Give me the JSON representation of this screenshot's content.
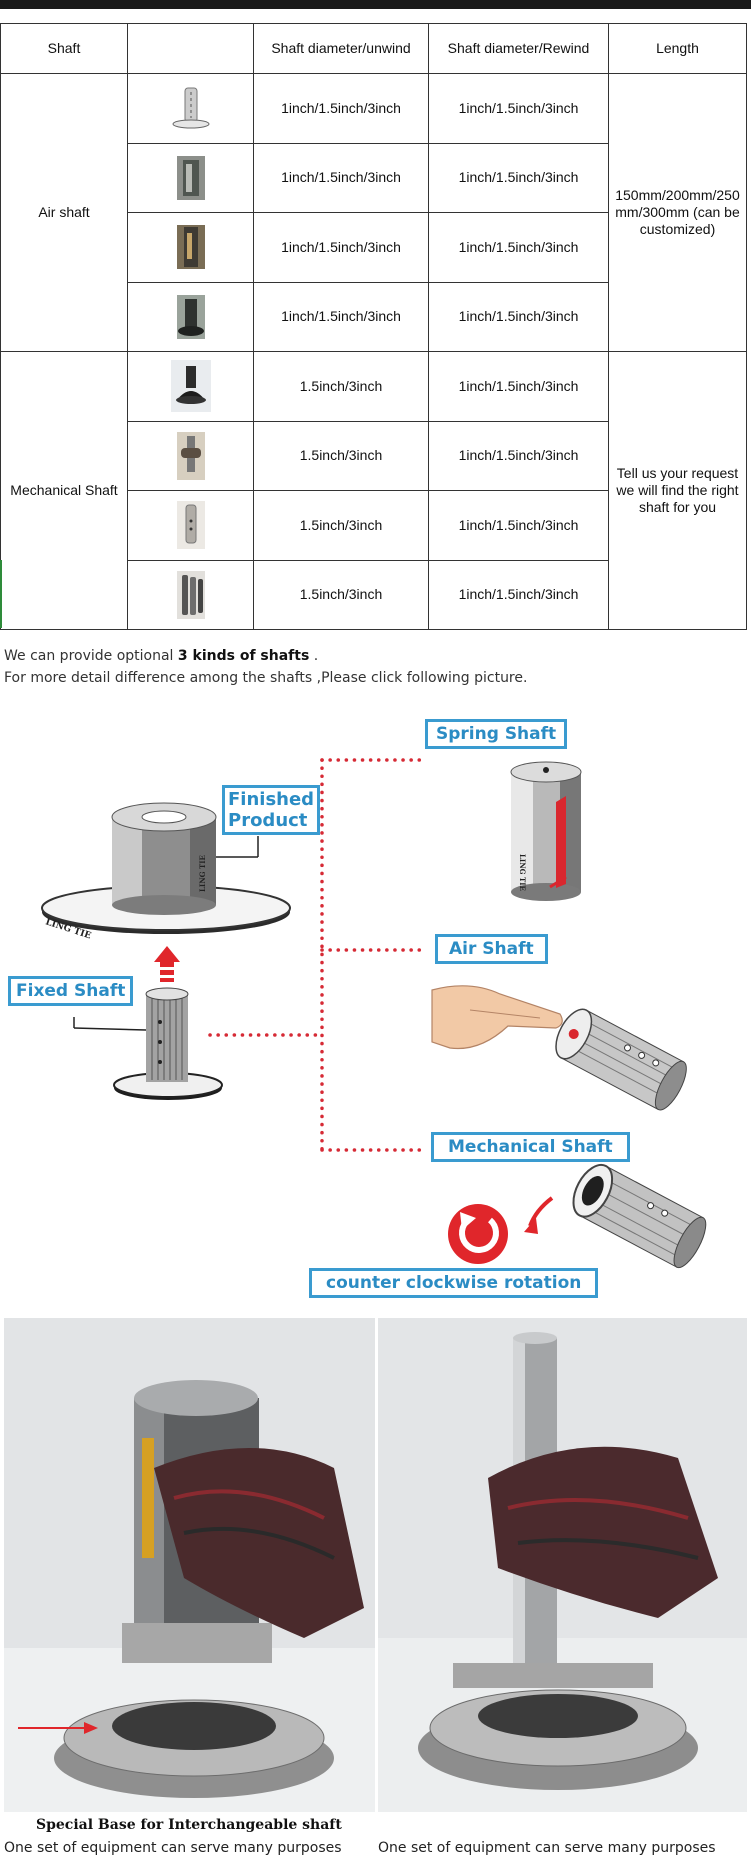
{
  "table": {
    "headers": [
      "Shaft",
      "",
      "Shaft diameter/unwind",
      "Shaft diameter/Rewind",
      "Length"
    ],
    "groups": [
      {
        "name": "Air shaft",
        "length_note_lines": [
          "150mm/200mm/250",
          "mm/300mm  (can be",
          "customized)"
        ],
        "rows": [
          {
            "image": "air-shaft-photo-1",
            "unwind": "1inch/1.5inch/3inch",
            "rewind": "1inch/1.5inch/3inch"
          },
          {
            "image": "air-shaft-photo-2",
            "unwind": "1inch/1.5inch/3inch",
            "rewind": "1inch/1.5inch/3inch"
          },
          {
            "image": "air-shaft-photo-3",
            "unwind": "1inch/1.5inch/3inch",
            "rewind": "1inch/1.5inch/3inch"
          },
          {
            "image": "air-shaft-photo-4",
            "unwind": "1inch/1.5inch/3inch",
            "rewind": "1inch/1.5inch/3inch"
          }
        ]
      },
      {
        "name": "Mechanical Shaft",
        "length_note_lines": [
          "Tell us your request",
          "we will find the right",
          "shaft for you"
        ],
        "rows": [
          {
            "image": "mechanical-shaft-photo-1",
            "unwind": "1.5inch/3inch",
            "rewind": "1inch/1.5inch/3inch"
          },
          {
            "image": "mechanical-shaft-photo-2",
            "unwind": "1.5inch/3inch",
            "rewind": "1inch/1.5inch/3inch"
          },
          {
            "image": "mechanical-shaft-photo-3",
            "unwind": "1.5inch/3inch",
            "rewind": "1inch/1.5inch/3inch"
          },
          {
            "image": "mechanical-shaft-photo-4",
            "unwind": "1.5inch/3inch",
            "rewind": "1inch/1.5inch/3inch"
          }
        ]
      }
    ]
  },
  "intro": {
    "line1_prefix": "We can provide optional ",
    "line1_bold": "3 kinds of shafts",
    "line1_suffix": " .",
    "line2": "For more detail difference among the shafts ,Please click following picture."
  },
  "diagram": {
    "finished_product_line1": "Finished",
    "finished_product_line2": "Product",
    "fixed_shaft": "Fixed Shaft",
    "spring_shaft": "Spring Shaft",
    "air_shaft": "Air Shaft",
    "mechanical_shaft": "Mechanical Shaft",
    "rotation": "counter clockwise rotation",
    "brand_mark": "LING TIE",
    "colors": {
      "label_blue": "#3a9bd0",
      "dotted_red": "#d62a35",
      "arrow_red": "#e0262b"
    }
  },
  "photos": {
    "caption_bold": "Special Base for Interchangeable shaft",
    "caption_left": "One set of equipment can serve many purposes",
    "caption_right": "One set of equipment can serve many purposes"
  }
}
